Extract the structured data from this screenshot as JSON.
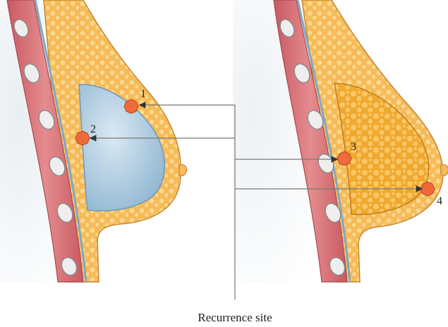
{
  "figure": {
    "caption": "Recurrence site",
    "sites": [
      {
        "label": "1",
        "location": "superficial, implant-reconstructed breast"
      },
      {
        "label": "2",
        "location": "deep, implant-reconstructed breast"
      },
      {
        "label": "3",
        "location": "deep, autologous-tissue reconstructed breast"
      },
      {
        "label": "4",
        "location": "superficial, autologous-tissue reconstructed breast"
      }
    ]
  },
  "colors": {
    "skin_fat": "#f6bb58",
    "fat_globule": "#fbd891",
    "muscle": "#d8767b",
    "implant": "#b7d3e6",
    "autologous_fat": "#f0a82e",
    "tumor": "#ef6a3a",
    "leader_line": "#777777"
  },
  "icons": [
    "rib-icon",
    "tumor-marker-icon",
    "arrowhead-icon"
  ]
}
